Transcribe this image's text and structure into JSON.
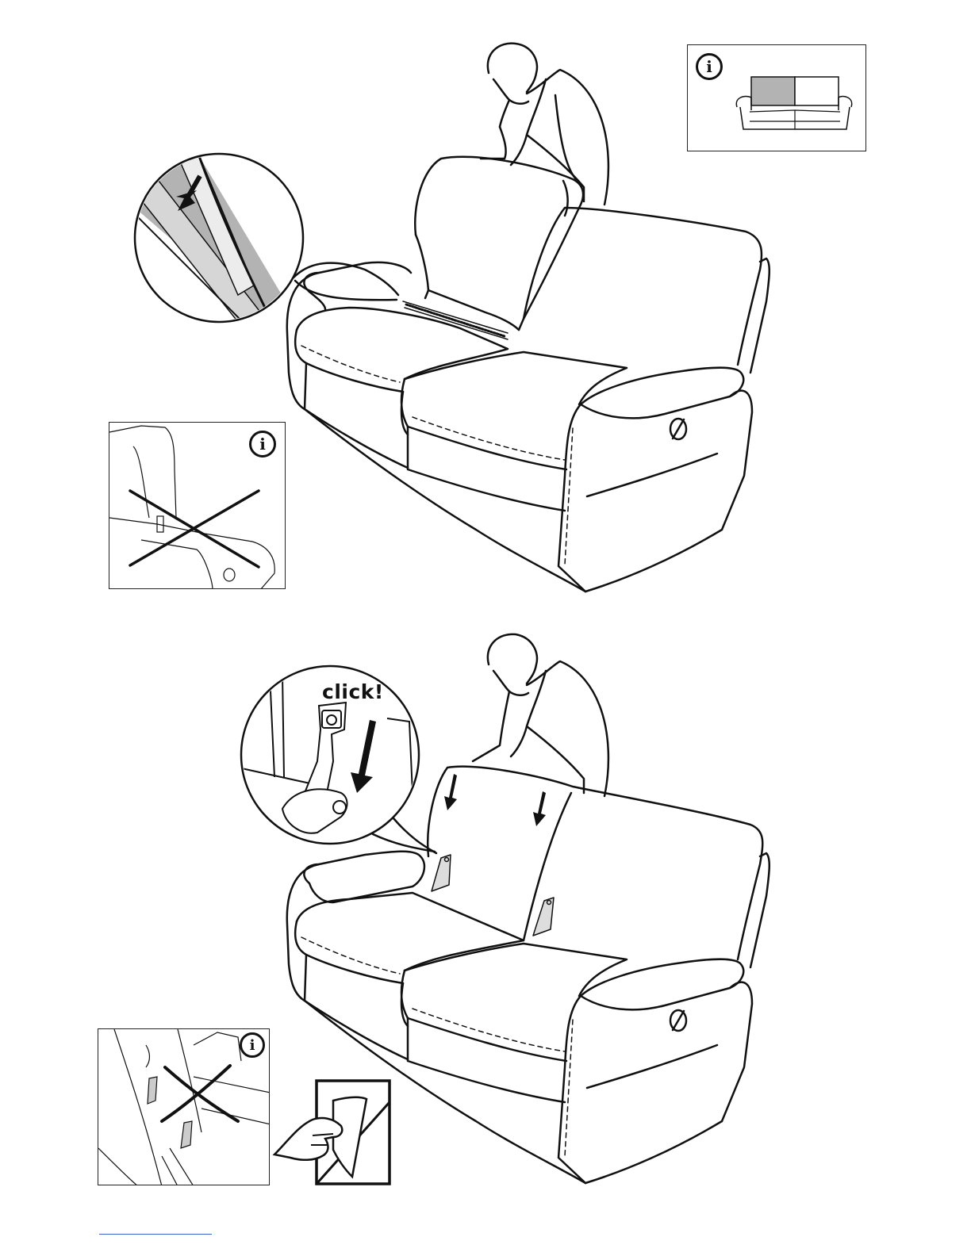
{
  "page": {
    "title": "",
    "background": "#ffffff"
  },
  "step_top": {
    "info_icon": "i",
    "info_icon_name": "info-icon",
    "detail_callout_icon": "velcro-strip-detail"
  },
  "step_bottom": {
    "click_label": "click!",
    "info_icon": "i",
    "info_icon_name": "info-icon",
    "peel_icon_name": "peel-protective-film-icon"
  },
  "colors": {
    "line": "#111111",
    "highlight_gray": "#b3b3b3",
    "footer_link": "#3b62c8"
  }
}
